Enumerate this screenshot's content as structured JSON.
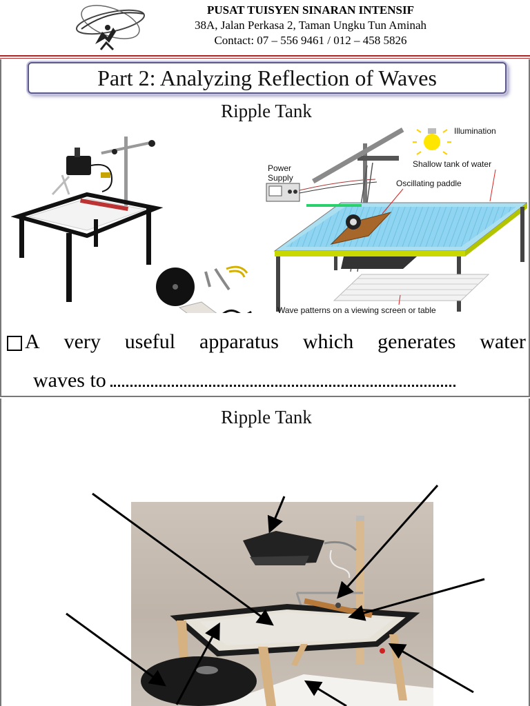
{
  "header": {
    "institution": "PUSAT TUISYEN SINARAN INTENSIF",
    "address": "38A, Jalan Perkasa 2, Taman Ungku Tun Aminah",
    "contact": "Contact: 07 – 556 9461 / 012 – 458 5826",
    "rule_color": "#b22222"
  },
  "slide1": {
    "title": "Part 2: Analyzing Reflection of Waves",
    "subtitle": "Ripple Tank",
    "diagram_labels": {
      "illumination": "Illumination",
      "power_supply": "Power\nSupply",
      "shallow_tank": "Shallow tank of water",
      "oscillating_paddle": "Oscillating paddle",
      "wave_patterns": "Wave patterns on a viewing screen or table"
    },
    "bullet_words": [
      "A",
      "very",
      "useful",
      "apparatus",
      "which",
      "generates",
      "water"
    ],
    "bullet_line2": "waves to"
  },
  "slide2": {
    "subtitle": "Ripple Tank"
  }
}
